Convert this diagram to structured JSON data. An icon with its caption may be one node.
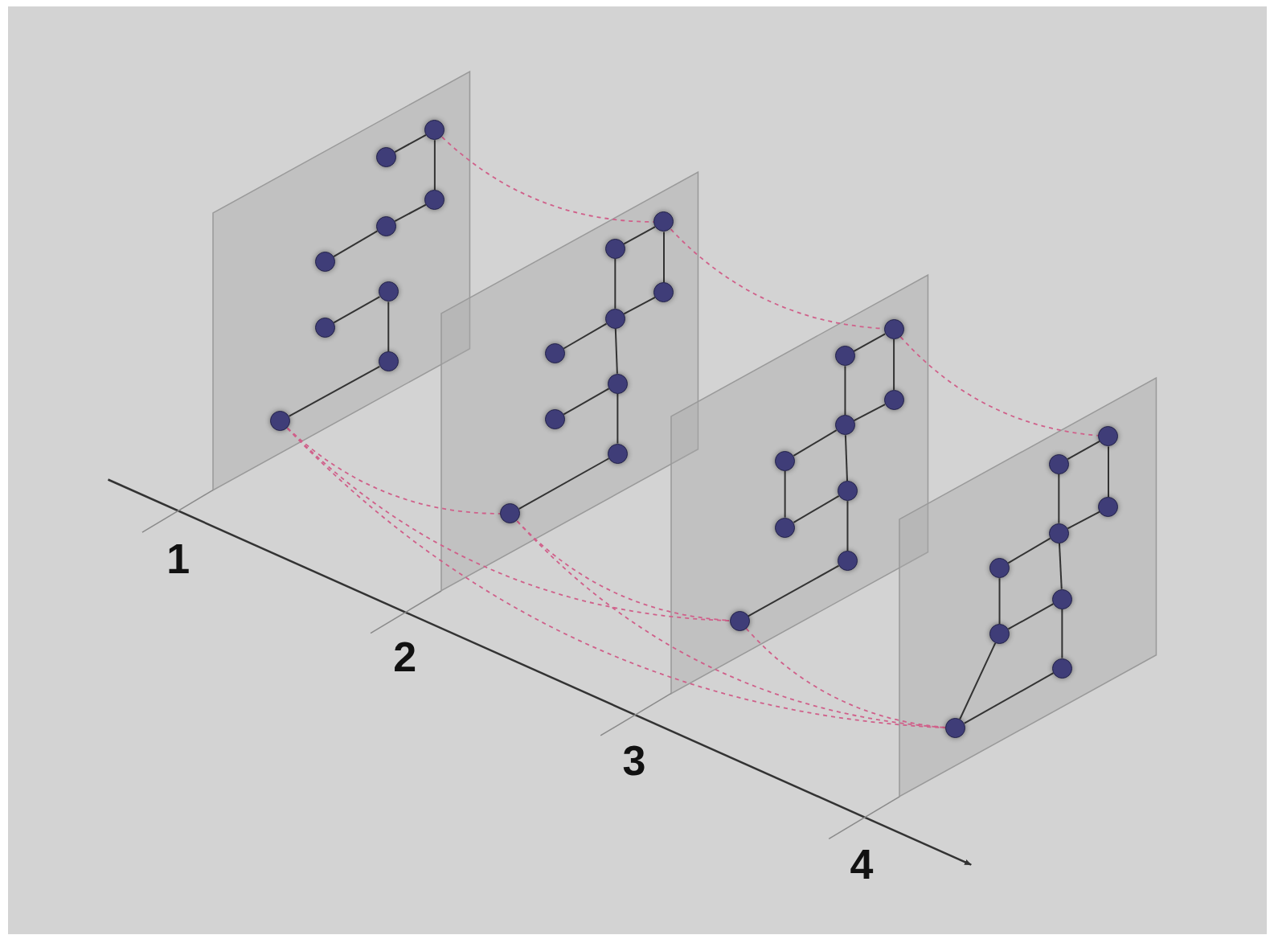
{
  "diagram": {
    "nodes": [
      {
        "text": [],
        "shape": "box"
      },
      {
        "text": [],
        "shape": "circle",
        "in": 0
      },
      {
        "text": [],
        "shape": "circle",
        "in": 0
      },
      {
        "text": [],
        "shape": "circle",
        "in": 0
      },
      {
        "text": [],
        "shape": "circle",
        "in": 0
      },
      {
        "text": [],
        "shape": "circle",
        "in": 0
      },
      {
        "text": [],
        "shape": "circle",
        "in": 0
      },
      {
        "text": [],
        "shape": "circle",
        "in": 0
      },
      {
        "text": [],
        "shape": "circle",
        "in": 0
      },
      {
        "text": [],
        "shape": "circle",
        "in": 0
      },
      {
        "text": [],
        "shape": "box"
      },
      {
        "text": [],
        "shape": "circle",
        "in": 10
      },
      {
        "text": [],
        "shape": "circle",
        "in": 10
      },
      {
        "text": [],
        "shape": "circle",
        "in": 10
      },
      {
        "text": [],
        "shape": "circle",
        "in": 10
      },
      {
        "text": [],
        "shape": "circle",
        "in": 10
      },
      {
        "text": [],
        "shape": "circle",
        "in": 10
      },
      {
        "text": [],
        "shape": "circle",
        "in": 10
      },
      {
        "text": [],
        "shape": "circle",
        "in": 10
      },
      {
        "text": [],
        "shape": "circle",
        "in": 10
      },
      {
        "text": [],
        "shape": "box"
      },
      {
        "text": [],
        "shape": "circle",
        "in": 20
      },
      {
        "text": [],
        "shape": "circle",
        "in": 20
      },
      {
        "text": [],
        "shape": "circle",
        "in": 20
      },
      {
        "text": [],
        "shape": "circle",
        "in": 20
      },
      {
        "text": [],
        "shape": "circle",
        "in": 20
      },
      {
        "text": [],
        "shape": "circle",
        "in": 20
      },
      {
        "text": [],
        "shape": "circle",
        "in": 20
      },
      {
        "text": [],
        "shape": "circle",
        "in": 20
      },
      {
        "text": [],
        "shape": "circle",
        "in": 20
      },
      {
        "text": [],
        "shape": "box"
      },
      {
        "text": [],
        "shape": "circle",
        "in": 30
      },
      {
        "text": [],
        "shape": "circle",
        "in": 30
      },
      {
        "text": [],
        "shape": "circle",
        "in": 30
      },
      {
        "text": [],
        "shape": "circle",
        "in": 30
      },
      {
        "text": [],
        "shape": "circle",
        "in": 30
      },
      {
        "text": [],
        "shape": "circle",
        "in": 30
      },
      {
        "text": [],
        "shape": "circle",
        "in": 30
      },
      {
        "text": [],
        "shape": "circle",
        "in": 30
      },
      {
        "text": [],
        "shape": "circle",
        "in": 30
      }
    ],
    "edges": [
      {
        "from": 2,
        "to": 1,
        "arrow": "none"
      },
      {
        "from": 1,
        "to": 3,
        "arrow": "none"
      },
      {
        "from": 3,
        "to": 4,
        "arrow": "none"
      },
      {
        "from": 4,
        "to": 5,
        "arrow": "none"
      },
      {
        "from": 7,
        "to": 6,
        "arrow": "none"
      },
      {
        "from": 6,
        "to": 8,
        "arrow": "none"
      },
      {
        "from": 8,
        "to": 9,
        "arrow": "none"
      },
      {
        "from": 12,
        "to": 11,
        "arrow": "none"
      },
      {
        "from": 11,
        "to": 13,
        "arrow": "none"
      },
      {
        "from": 12,
        "to": 14,
        "arrow": "none"
      },
      {
        "from": 13,
        "to": 14,
        "arrow": "none"
      },
      {
        "from": 14,
        "to": 15,
        "arrow": "none"
      },
      {
        "from": 14,
        "to": 16,
        "arrow": "none"
      },
      {
        "from": 16,
        "to": 17,
        "arrow": "none"
      },
      {
        "from": 16,
        "to": 18,
        "arrow": "none"
      },
      {
        "from": 18,
        "to": 19,
        "arrow": "none"
      },
      {
        "from": 22,
        "to": 21,
        "arrow": "none"
      },
      {
        "from": 21,
        "to": 23,
        "arrow": "none"
      },
      {
        "from": 22,
        "to": 24,
        "arrow": "none"
      },
      {
        "from": 23,
        "to": 24,
        "arrow": "none"
      },
      {
        "from": 24,
        "to": 25,
        "arrow": "none"
      },
      {
        "from": 25,
        "to": 27,
        "arrow": "none"
      },
      {
        "from": 24,
        "to": 26,
        "arrow": "none"
      },
      {
        "from": 26,
        "to": 27,
        "arrow": "none"
      },
      {
        "from": 26,
        "to": 28,
        "arrow": "none"
      },
      {
        "from": 28,
        "to": 29,
        "arrow": "none"
      },
      {
        "from": 32,
        "to": 31,
        "arrow": "none"
      },
      {
        "from": 31,
        "to": 33,
        "arrow": "none"
      },
      {
        "from": 32,
        "to": 34,
        "arrow": "none"
      },
      {
        "from": 33,
        "to": 34,
        "arrow": "none"
      },
      {
        "from": 34,
        "to": 35,
        "arrow": "none"
      },
      {
        "from": 35,
        "to": 37,
        "arrow": "none"
      },
      {
        "from": 34,
        "to": 36,
        "arrow": "none"
      },
      {
        "from": 36,
        "to": 37,
        "arrow": "none"
      },
      {
        "from": 36,
        "to": 38,
        "arrow": "none"
      },
      {
        "from": 38,
        "to": 39,
        "arrow": "none"
      },
      {
        "from": 37,
        "to": 39,
        "arrow": "none"
      },
      {
        "from": 1,
        "to": 11,
        "arrow": "none",
        "style": "dashed",
        "color": "#d0608a"
      },
      {
        "from": 11,
        "to": 21,
        "arrow": "none",
        "style": "dashed",
        "color": "#d0608a"
      },
      {
        "from": 21,
        "to": 31,
        "arrow": "none",
        "style": "dashed",
        "color": "#d0608a"
      },
      {
        "from": 9,
        "to": 19,
        "arrow": "none",
        "style": "dashed",
        "color": "#d0608a"
      },
      {
        "from": 9,
        "to": 29,
        "arrow": "none",
        "style": "dashed",
        "color": "#d0608a"
      },
      {
        "from": 9,
        "to": 39,
        "arrow": "none",
        "style": "dashed",
        "color": "#d0608a"
      },
      {
        "from": 19,
        "to": 29,
        "arrow": "none",
        "style": "dashed",
        "color": "#d0608a"
      },
      {
        "from": 19,
        "to": 39,
        "arrow": "none",
        "style": "dashed",
        "color": "#d0608a"
      },
      {
        "from": 29,
        "to": 39,
        "arrow": "none",
        "style": "dashed",
        "color": "#d0608a"
      }
    ],
    "labels": [
      "1",
      "2",
      "3",
      "4"
    ]
  }
}
